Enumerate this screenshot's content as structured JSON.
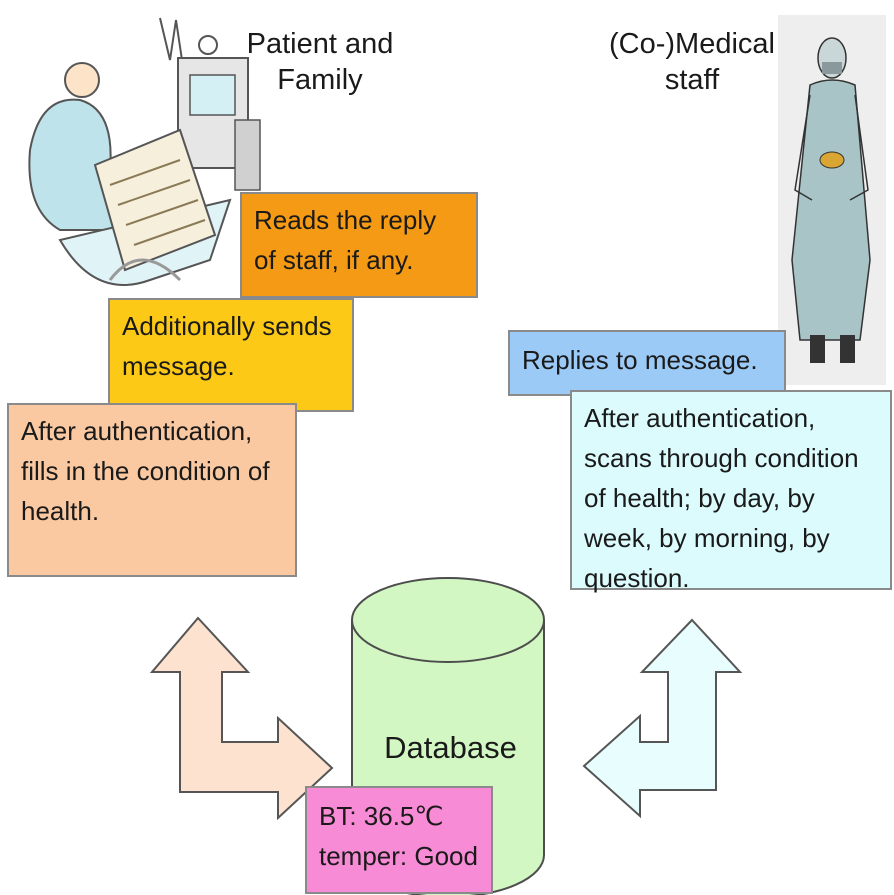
{
  "actors": {
    "patient": "Patient and\nFamily",
    "staff": "(Co-)Medical\nstaff"
  },
  "boxes": {
    "reads_reply": "Reads the reply of staff, if any.",
    "sends_message": "Additionally sends message.",
    "fills_in": "After authentication, fills in the condition of health.",
    "replies": "Replies to message.",
    "scans": "After authentication, scans through condition of health; by day, by week, by morning, by question.",
    "vitals": "BT: 36.5℃\ntemper: Good"
  },
  "database": {
    "label": "Database"
  },
  "colors": {
    "reads_reply": "#f59a14",
    "sends_message": "#fcc916",
    "fills_in": "#fbc9a1",
    "replies": "#9ccaf6",
    "scans": "#dcfbfd",
    "vitals": "#f78bd6",
    "db_fill": "#d3f7c2",
    "db_stroke": "#4d4d4d",
    "arrow_left_fill": "#fde2cf",
    "arrow_right_fill": "#e8fdfe"
  }
}
